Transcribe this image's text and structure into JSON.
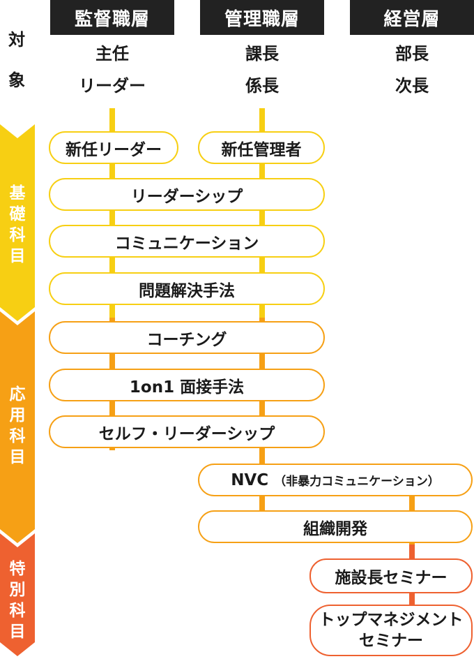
{
  "headers": {
    "supervisory": "監督職層",
    "management": "管理職層",
    "executive": "経営層"
  },
  "side_label": {
    "line1": "対",
    "line2": "象"
  },
  "targets": {
    "supervisory": {
      "line1": "主任",
      "line2": "リーダー"
    },
    "management": {
      "line1": "課長",
      "line2": "係長"
    },
    "executive": {
      "line1": "部長",
      "line2": "次長"
    }
  },
  "categories": {
    "basic": {
      "c1": "基",
      "c2": "礎",
      "c3": "科",
      "c4": "目"
    },
    "applied": {
      "c1": "応",
      "c2": "用",
      "c3": "科",
      "c4": "目"
    },
    "special": {
      "c1": "特",
      "c2": "別",
      "c3": "科",
      "c4": "目"
    }
  },
  "courses": {
    "new_leader": "新任リーダー",
    "new_manager": "新任管理者",
    "leadership": "リーダーシップ",
    "communication": "コミュニケーション",
    "problem_solving": "問題解決手法",
    "coaching": "コーチング",
    "one_on_one": "1on1 面接手法",
    "self_leadership": "セルフ・リーダーシップ",
    "nvc": "NVC",
    "nvc_note": "（非暴力コミュニケーション）",
    "org_dev": "組織開発",
    "director_seminar": "施設長セミナー",
    "top_mgmt_line1": "トップマネジメント",
    "top_mgmt_line2": "セミナー"
  },
  "colors": {
    "yellow": "#f7cf13",
    "orange": "#f6a015",
    "red": "#ee6130",
    "header_bg": "#222222"
  }
}
